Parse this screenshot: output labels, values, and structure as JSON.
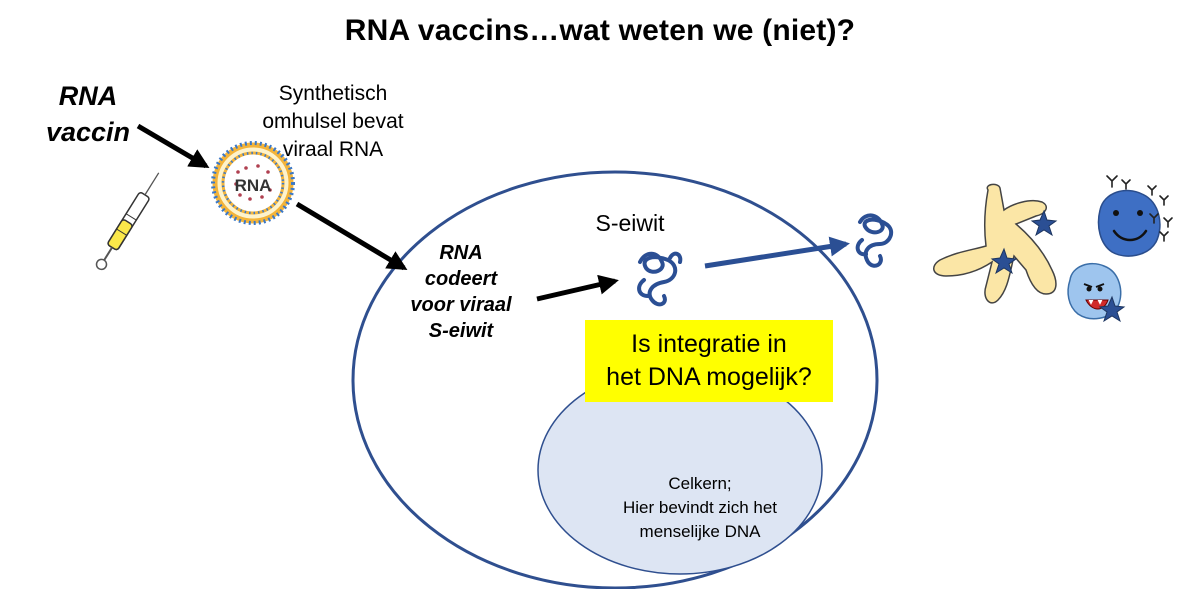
{
  "title": "RNA vaccins…wat weten we (niet)?",
  "vaccine": {
    "line1": "RNA",
    "line2": "vaccin"
  },
  "shell": {
    "line1": "Synthetisch",
    "line2": "omhulsel bevat",
    "line3": "viraal RNA",
    "particle_label": "RNA"
  },
  "codes": {
    "line1": "RNA",
    "line2": "codeert",
    "line3": "voor viraal",
    "line4": "S-eiwit"
  },
  "protein_label": "S-eiwit",
  "question": {
    "line1": "Is integratie in",
    "line2": "het DNA mogelijk?"
  },
  "nucleus": {
    "line1": "Celkern;",
    "line2": "Hier bevindt zich het",
    "line3": "menselijke DNA"
  },
  "colors": {
    "cell_outline": "#2f4f8f",
    "nucleus_fill": "#dde5f3",
    "protein": "#2b4f94",
    "question_bg": "#ffff00",
    "dendritic_cell": "#fbe6a6",
    "b_cell": "#3e6fc4",
    "t_cell": "#9ec5ee"
  }
}
